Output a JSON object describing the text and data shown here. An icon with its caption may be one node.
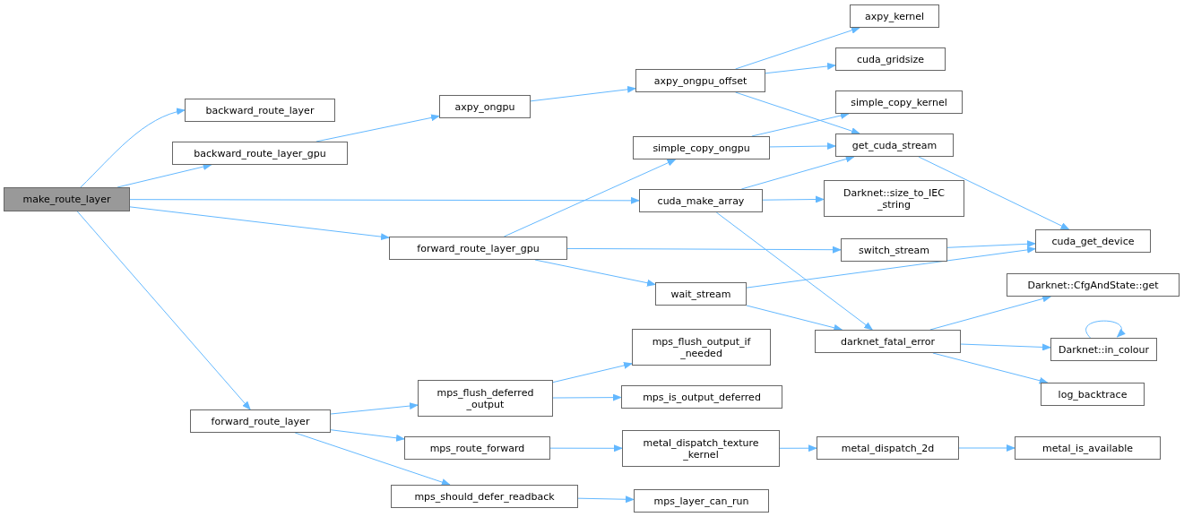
{
  "diagram": {
    "nodes": [
      {
        "text": [
          "make_route_layer"
        ]
      },
      {
        "text": [
          "backward_route_layer"
        ]
      },
      {
        "text": [
          "backward_route_layer_gpu"
        ]
      },
      {
        "text": [
          "axpy_ongpu"
        ]
      },
      {
        "text": [
          "axpy_ongpu_offset"
        ]
      },
      {
        "text": [
          "axpy_kernel"
        ]
      },
      {
        "text": [
          "cuda_gridsize"
        ]
      },
      {
        "text": [
          "simple_copy_ongpu"
        ]
      },
      {
        "text": [
          "simple_copy_kernel"
        ]
      },
      {
        "text": [
          "get_cuda_stream"
        ]
      },
      {
        "text": [
          "cuda_make_array"
        ]
      },
      {
        "text": [
          "Darknet::size_to_IEC _string"
        ]
      },
      {
        "text": [
          "forward_route_layer_gpu"
        ]
      },
      {
        "text": [
          "switch_stream"
        ]
      },
      {
        "text": [
          "cuda_get_device"
        ]
      },
      {
        "text": [
          "wait_stream"
        ]
      },
      {
        "text": [
          "Darknet::CfgAndState::get"
        ]
      },
      {
        "text": [
          "darknet_fatal_error"
        ]
      },
      {
        "text": [
          "Darknet::in_colour"
        ]
      },
      {
        "text": [
          "log_backtrace"
        ]
      },
      {
        "text": [
          "forward_route_layer"
        ]
      },
      {
        "text": [
          "mps_flush_output_if _needed"
        ]
      },
      {
        "text": [
          "mps_flush_deferred _output"
        ]
      },
      {
        "text": [
          "mps_is_output_deferred"
        ]
      },
      {
        "text": [
          "mps_route_forward"
        ]
      },
      {
        "text": [
          "metal_dispatch_texture _kernel"
        ]
      },
      {
        "text": [
          "metal_dispatch_2d"
        ]
      },
      {
        "text": [
          "metal_is_available"
        ]
      },
      {
        "text": [
          "mps_should_defer_readback"
        ]
      },
      {
        "text": [
          "mps_layer_can_run"
        ]
      }
    ],
    "edges": [
      {
        "from": 0,
        "to": 1,
        "arrow": "to"
      },
      {
        "from": 0,
        "to": 2,
        "arrow": "to"
      },
      {
        "from": 0,
        "to": 10,
        "arrow": "to"
      },
      {
        "from": 0,
        "to": 12,
        "arrow": "to"
      },
      {
        "from": 0,
        "to": 20,
        "arrow": "to"
      },
      {
        "from": 2,
        "to": 3,
        "arrow": "to"
      },
      {
        "from": 3,
        "to": 4,
        "arrow": "to"
      },
      {
        "from": 4,
        "to": 5,
        "arrow": "to"
      },
      {
        "from": 4,
        "to": 6,
        "arrow": "to"
      },
      {
        "from": 4,
        "to": 9,
        "arrow": "to"
      },
      {
        "from": 7,
        "to": 8,
        "arrow": "to"
      },
      {
        "from": 7,
        "to": 9,
        "arrow": "to"
      },
      {
        "from": 10,
        "to": 9,
        "arrow": "to"
      },
      {
        "from": 10,
        "to": 11,
        "arrow": "to"
      },
      {
        "from": 10,
        "to": 17,
        "arrow": "to"
      },
      {
        "from": 12,
        "to": 7,
        "arrow": "to"
      },
      {
        "from": 12,
        "to": 13,
        "arrow": "to"
      },
      {
        "from": 12,
        "to": 15,
        "arrow": "to"
      },
      {
        "from": 13,
        "to": 14,
        "arrow": "to"
      },
      {
        "from": 9,
        "to": 14,
        "arrow": "to"
      },
      {
        "from": 15,
        "to": 14,
        "arrow": "to"
      },
      {
        "from": 15,
        "to": 17,
        "arrow": "to"
      },
      {
        "from": 17,
        "to": 16,
        "arrow": "to"
      },
      {
        "from": 17,
        "to": 18,
        "arrow": "to"
      },
      {
        "from": 17,
        "to": 19,
        "arrow": "to"
      },
      {
        "from": 18,
        "to": 18,
        "arrow": "to"
      },
      {
        "from": 20,
        "to": 22,
        "arrow": "to"
      },
      {
        "from": 20,
        "to": 24,
        "arrow": "to"
      },
      {
        "from": 20,
        "to": 28,
        "arrow": "to"
      },
      {
        "from": 22,
        "to": 21,
        "arrow": "to"
      },
      {
        "from": 22,
        "to": 23,
        "arrow": "to"
      },
      {
        "from": 24,
        "to": 25,
        "arrow": "to"
      },
      {
        "from": 25,
        "to": 26,
        "arrow": "to"
      },
      {
        "from": 26,
        "to": 27,
        "arrow": "to"
      },
      {
        "from": 28,
        "to": 29,
        "arrow": "to"
      }
    ]
  }
}
